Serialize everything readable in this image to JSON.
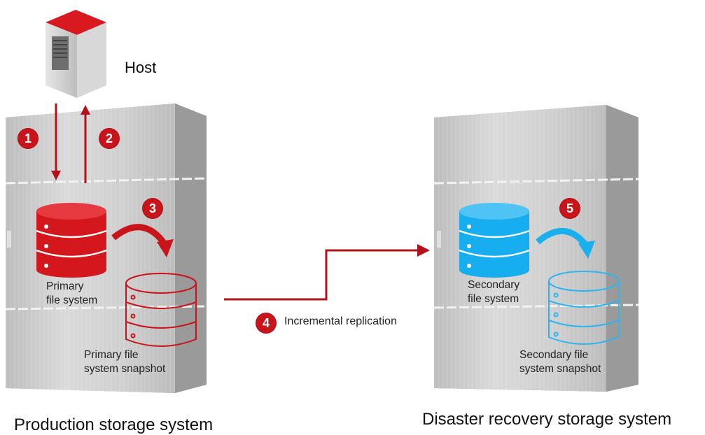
{
  "host": {
    "label": "Host"
  },
  "production": {
    "title": "Production storage system",
    "primary_fs": [
      "Primary",
      "file system"
    ],
    "primary_snapshot": [
      "Primary file",
      "system snapshot"
    ]
  },
  "disaster_recovery": {
    "title": "Disaster recovery storage system",
    "secondary_fs": [
      "Secondary",
      "file system"
    ],
    "secondary_snapshot": [
      "Secondary file",
      "system snapshot"
    ]
  },
  "replication": {
    "label": "Incremental replication"
  },
  "steps": [
    "1",
    "2",
    "3",
    "4",
    "5"
  ],
  "colors": {
    "red": "#c8151b",
    "blue": "#1ab0ee",
    "cabinet": "#c9c9c9"
  }
}
